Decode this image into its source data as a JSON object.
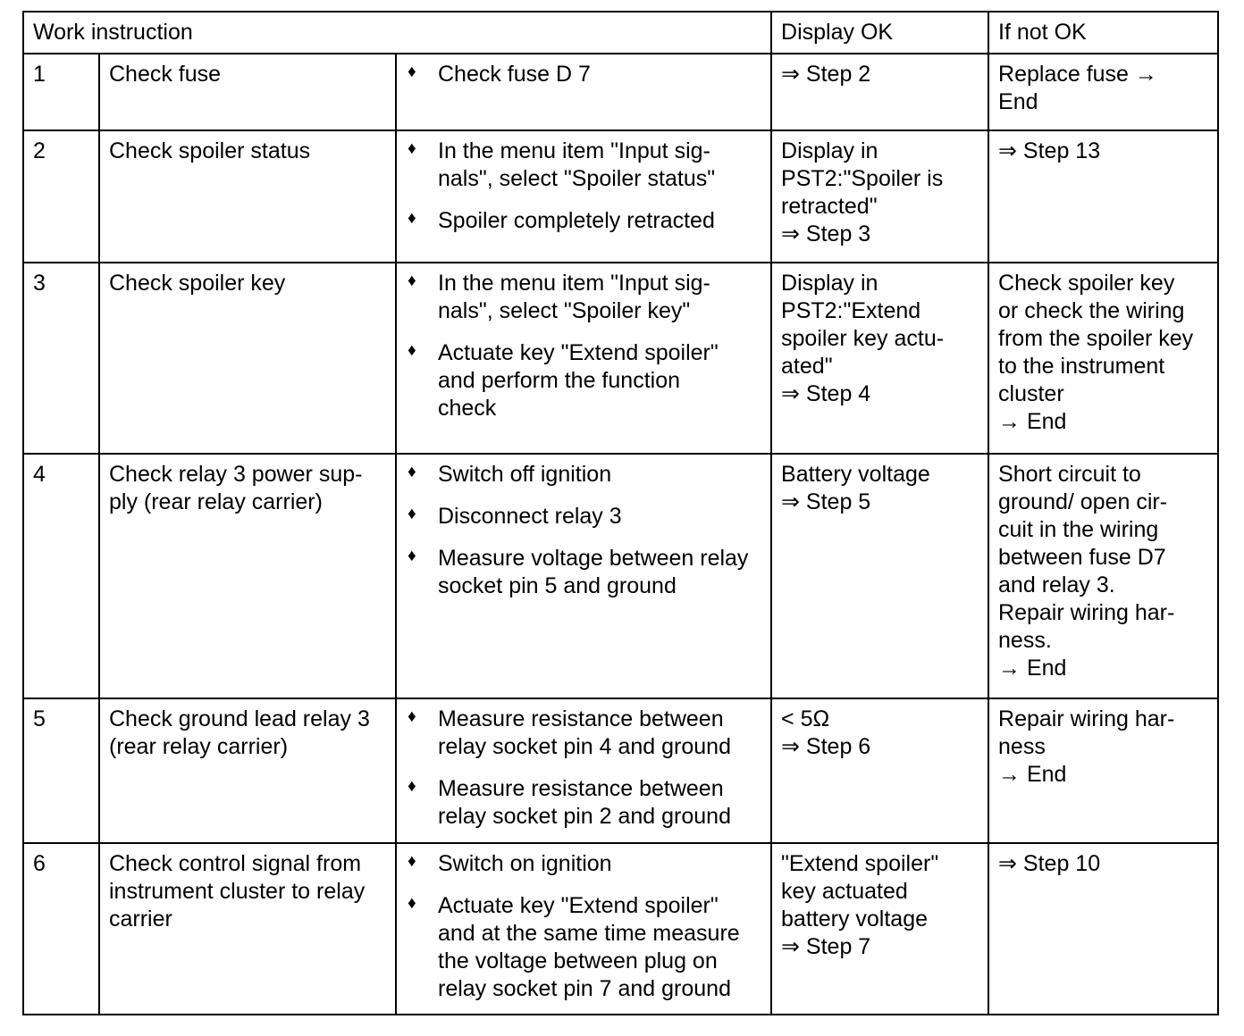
{
  "table": {
    "headers": {
      "work_instruction": "Work instruction",
      "display_ok": "Display OK",
      "if_not_ok": "If not OK"
    },
    "bullet_glyph": "♦",
    "rows": [
      {
        "num": "1",
        "task": "Check fuse",
        "steps": [
          "Check fuse D 7"
        ],
        "display_ok": "⇒ Step 2",
        "if_not_ok": "Replace fuse →\nEnd"
      },
      {
        "num": "2",
        "task": "Check spoiler status",
        "steps": [
          "In the menu item \"Input sig-\nnals\", select \"Spoiler status\"",
          "Spoiler completely retracted"
        ],
        "display_ok": "Display in\nPST2:\"Spoiler is\nretracted\"\n⇒ Step 3",
        "if_not_ok": "⇒ Step 13"
      },
      {
        "num": "3",
        "task": "Check spoiler key",
        "steps": [
          "In the menu item \"Input sig-\nnals\", select \"Spoiler key\"",
          "Actuate key \"Extend spoiler\"\nand perform the function\ncheck"
        ],
        "display_ok": "Display in\nPST2:\"Extend\nspoiler key actu-\nated\"\n ⇒ Step 4",
        "if_not_ok": "Check spoiler key\nor check the wiring\nfrom the spoiler key\nto the instrument\ncluster\n → End"
      },
      {
        "num": "4",
        "task": "Check relay 3 power sup-\nply (rear relay carrier)",
        "steps": [
          "Switch off ignition",
          "Disconnect relay 3",
          "Measure voltage between relay\nsocket pin 5 and ground"
        ],
        "display_ok": "Battery voltage\n⇒ Step 5",
        "if_not_ok": "Short circuit to\nground/ open cir-\ncuit in the wiring\nbetween fuse D7\nand relay 3.\nRepair wiring har-\nness.\n → End"
      },
      {
        "num": "5",
        "task": "Check ground lead relay 3\n(rear relay carrier)",
        "steps": [
          "Measure resistance between\nrelay socket pin 4 and ground",
          "Measure resistance between\nrelay socket pin 2 and ground"
        ],
        "display_ok": "< 5Ω\n⇒ Step 6",
        "if_not_ok": "Repair wiring har-\nness\n → End"
      },
      {
        "num": "6",
        "task": "Check control signal from\ninstrument cluster to relay\ncarrier",
        "steps": [
          "Switch on ignition",
          "Actuate key \"Extend spoiler\"\nand at the same time measure\nthe voltage between plug on\nrelay socket pin 7 and ground"
        ],
        "display_ok": "\"Extend spoiler\"\nkey actuated\nbattery voltage\n⇒ Step 7",
        "if_not_ok": "⇒ Step 10"
      }
    ]
  }
}
